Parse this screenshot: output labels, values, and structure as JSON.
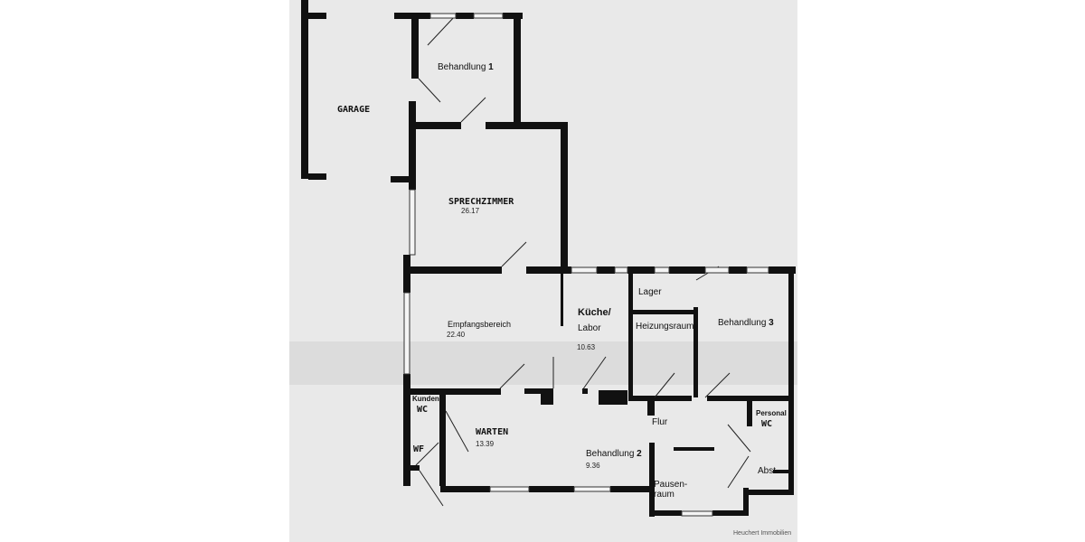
{
  "rooms": {
    "garage": {
      "name": "GARAGE"
    },
    "behandlung1": {
      "name": "Behandlung",
      "number": "1"
    },
    "sprechzimmer": {
      "name": "SPRECHZIMMER",
      "area": "26.17"
    },
    "empfang": {
      "name": "Empfangsbereich",
      "area": "22.40"
    },
    "kueche": {
      "name": "Küche/",
      "name2": "Labor",
      "area": "10.63"
    },
    "lager": {
      "name": "Lager"
    },
    "heizung": {
      "name": "Heizungsraum"
    },
    "behandlung3": {
      "name": "Behandlung",
      "number": "3"
    },
    "kundenwc": {
      "name": "Kunden",
      "name2": "WC"
    },
    "wf": {
      "name": "WF"
    },
    "warten": {
      "name": "WARTEN",
      "area": "13.39"
    },
    "behandlung2": {
      "name": "Behandlung",
      "number": "2",
      "area": "9.36"
    },
    "flur": {
      "name": "Flur"
    },
    "personalwc": {
      "name": "Personal",
      "name2": "WC"
    },
    "abst": {
      "name": "Abst."
    },
    "pausenraum": {
      "name": "Pausen-",
      "name2": "raum"
    }
  },
  "credit": "Heuchert Immobilien",
  "colors": {
    "paper": "#e9e9e9",
    "wall": "#111111"
  }
}
